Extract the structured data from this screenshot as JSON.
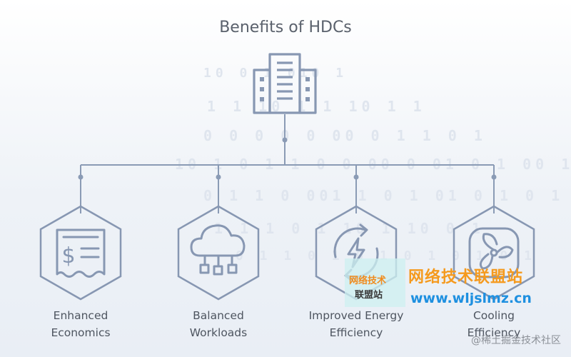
{
  "title": "Benefits of HDCs",
  "items": [
    {
      "line1": "Enhanced",
      "line2": "Economics",
      "icon": "receipt-dollar-icon"
    },
    {
      "line1": "Balanced",
      "line2": "Workloads",
      "icon": "cloud-network-icon"
    },
    {
      "line1": "Improved Energy",
      "line2": "Efficiency",
      "icon": "energy-cycle-icon"
    },
    {
      "line1": "Cooling",
      "line2": "Efficiency",
      "icon": "fan-icon"
    }
  ],
  "center_icon": "building-icon",
  "background_binary": [
    "10   0    1   010    1",
    "1 1 10  1 1 10   1  1",
    "0 0 0 0  0  00  0 1   1  0   1",
    "10 1 0 1 1  0 0 00 0 01 0  1  00   1  1 0 1",
    "0  1 1  0 001 1  0  1 01 0 1 0 1",
    "1 1  1 0 1  10 1 10 0 1",
    "0 1 1  0 1 0 1 0 1 0 1 0 1"
  ],
  "watermark": {
    "box_line1": "网络技术",
    "box_line2": "联盟站",
    "site_name": "网络技术联盟站",
    "url": "www.wljslmz.cn",
    "footer": "@稀土掘金技术社区"
  },
  "colors": {
    "icon_stroke": "#8797b2",
    "line": "#8a9bb5",
    "title": "#5a616c",
    "label": "#4e5560"
  }
}
